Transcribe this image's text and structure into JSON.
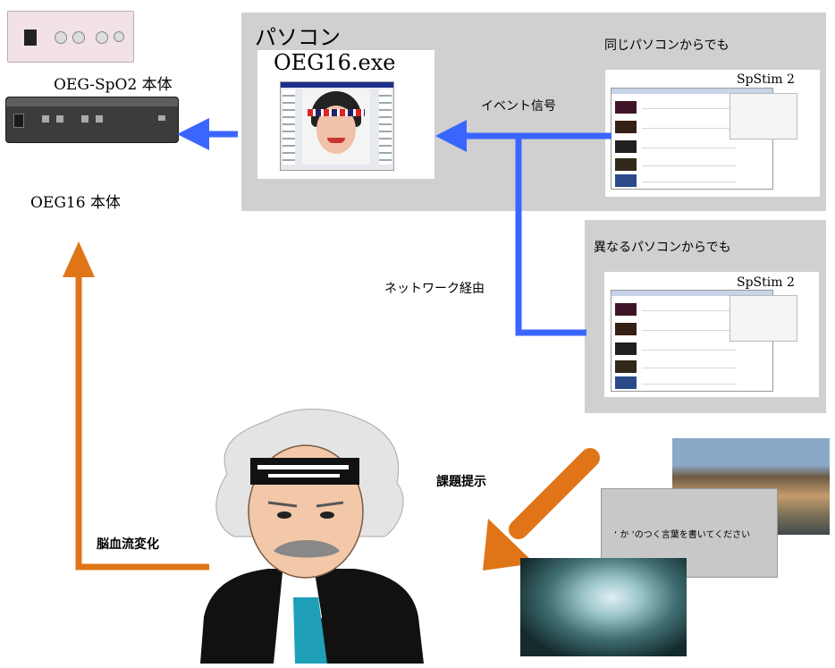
{
  "devices": {
    "oeg_spo2_label": "OEG-SpO2 本体",
    "oeg16_label": "OEG16 本体"
  },
  "pc_box": {
    "title": "パソコン",
    "app_name": "OEG16.exe",
    "same_pc_label": "同じパソコンからでも",
    "event_signal_label": "イベント信号",
    "spstim_label": "SpStim 2"
  },
  "remote_pc_box": {
    "title": "異なるパソコンからでも",
    "spstim_label": "SpStim 2"
  },
  "network_label": "ネットワーク経由",
  "task_label": "課題提示",
  "blood_flow_label": "脳血流変化",
  "stimulus_slide_text": "‘ か ’のつく言葉を書いてください",
  "colors": {
    "arrow_blue": "#3a66ff",
    "arrow_orange": "#e07518",
    "gray_box": "#d0d0d0"
  }
}
